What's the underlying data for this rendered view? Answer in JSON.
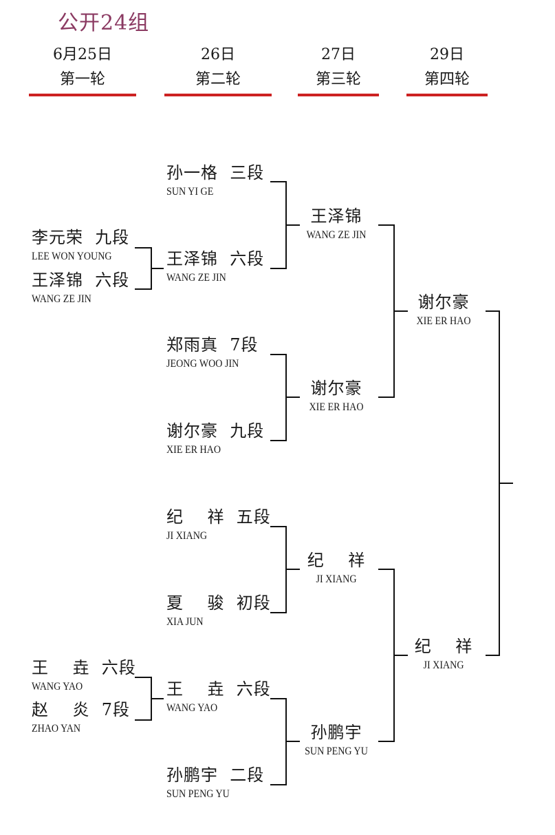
{
  "title": "公开24组",
  "rounds": [
    {
      "date": "6月25日",
      "label": "第一轮"
    },
    {
      "date": "26日",
      "label": "第二轮"
    },
    {
      "date": "27日",
      "label": "第三轮"
    },
    {
      "date": "29日",
      "label": "第四轮"
    }
  ],
  "accent_color": "#cc2222",
  "title_color": "#8b3a62",
  "round1": [
    {
      "cn": "李元荣  九段",
      "en": "LEE WON YOUNG"
    },
    {
      "cn": "王泽锦  六段",
      "en": "WANG ZE JIN"
    },
    {
      "cn": "王    垚  六段",
      "en": "WANG YAO"
    },
    {
      "cn": "赵    炎  7段",
      "en": "ZHAO YAN"
    }
  ],
  "round2": [
    {
      "cn": "孙一格  三段",
      "en": "SUN YI GE"
    },
    {
      "cn": "王泽锦  六段",
      "en": "WANG ZE JIN"
    },
    {
      "cn": "郑雨真  7段",
      "en": "JEONG WOO JIN"
    },
    {
      "cn": "谢尔豪  九段",
      "en": "XIE ER HAO"
    },
    {
      "cn": "纪    祥  五段",
      "en": "JI XIANG"
    },
    {
      "cn": "夏    骏  初段",
      "en": "XIA JUN"
    },
    {
      "cn": "王    垚  六段",
      "en": "WANG YAO"
    },
    {
      "cn": "孙鹏宇  二段",
      "en": "SUN PENG YU"
    }
  ],
  "round3": [
    {
      "cn": "王泽锦",
      "en": "WANG ZE JIN"
    },
    {
      "cn": "谢尔豪",
      "en": "XIE ER HAO"
    },
    {
      "cn": "纪    祥",
      "en": "JI XIANG"
    },
    {
      "cn": "孙鹏宇",
      "en": "SUN PENG YU"
    }
  ],
  "round4": [
    {
      "cn": "谢尔豪",
      "en": "XIE ER HAO"
    },
    {
      "cn": "纪    祥",
      "en": "JI XIANG"
    }
  ]
}
